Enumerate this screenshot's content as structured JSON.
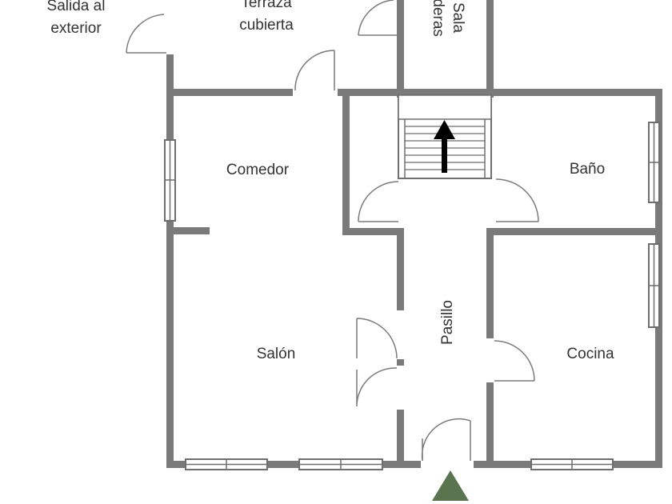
{
  "rooms": {
    "salida": [
      "Salida al",
      "exterior"
    ],
    "terraza": [
      "Terraza",
      "cubierta"
    ],
    "sala_calderas": [
      "Sala",
      "calderas"
    ],
    "comedor": "Comedor",
    "bano": "Baño",
    "salon": "Salón",
    "pasillo": "Pasillo",
    "cocina": "Cocina"
  },
  "symbols": {
    "stairs_arrow": "up-arrow-icon",
    "entrance_marker": "triangle-entrance-icon"
  },
  "colors": {
    "wall": "#7a7a7a",
    "text": "#333333",
    "arrow": "#000000",
    "entrance": "#5a7450"
  }
}
